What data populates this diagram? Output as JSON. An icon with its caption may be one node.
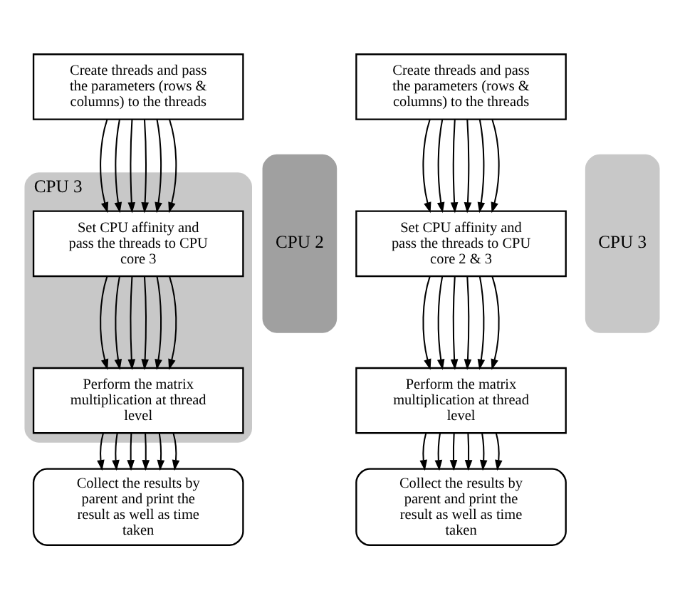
{
  "diagram": {
    "nodes": [
      {
        "text": [
          "CPU 3"
        ]
      },
      {
        "text": [
          "Create threads and pass the parameters (rows & columns) to the threads"
        ]
      },
      {
        "text": [
          "Set CPU affinity and pass the threads to CPU core 3"
        ],
        "in": 0
      },
      {
        "text": [
          "Perform the matrix multiplication at thread level"
        ],
        "in": 0
      },
      {
        "text": [
          "Collect the results by parent and print the result as well as time taken"
        ]
      },
      {
        "text": [
          "CPU 2"
        ]
      },
      {
        "text": [
          "CPU 3"
        ]
      },
      {
        "text": [
          "Create threads and pass the parameters (rows & columns) to the threads"
        ]
      },
      {
        "text": [
          "Set CPU affinity and pass the threads to CPU core 2 & 3"
        ]
      },
      {
        "text": [
          "Perform the matrix multiplication at thread level"
        ]
      },
      {
        "text": [
          "Collect the results by parent and print the result as well as time taken"
        ]
      }
    ],
    "edges": [
      {
        "from": 1,
        "to": 2,
        "arrow": "to"
      },
      {
        "from": 1,
        "to": 2,
        "arrow": "to"
      },
      {
        "from": 1,
        "to": 2,
        "arrow": "to"
      },
      {
        "from": 1,
        "to": 2,
        "arrow": "to"
      },
      {
        "from": 1,
        "to": 2,
        "arrow": "to"
      },
      {
        "from": 1,
        "to": 2,
        "arrow": "to"
      },
      {
        "from": 2,
        "to": 3,
        "arrow": "to"
      },
      {
        "from": 2,
        "to": 3,
        "arrow": "to"
      },
      {
        "from": 2,
        "to": 3,
        "arrow": "to"
      },
      {
        "from": 2,
        "to": 3,
        "arrow": "to"
      },
      {
        "from": 2,
        "to": 3,
        "arrow": "to"
      },
      {
        "from": 2,
        "to": 3,
        "arrow": "to"
      },
      {
        "from": 3,
        "to": 4,
        "arrow": "to"
      },
      {
        "from": 3,
        "to": 4,
        "arrow": "to"
      },
      {
        "from": 3,
        "to": 4,
        "arrow": "to"
      },
      {
        "from": 3,
        "to": 4,
        "arrow": "to"
      },
      {
        "from": 3,
        "to": 4,
        "arrow": "to"
      },
      {
        "from": 3,
        "to": 4,
        "arrow": "to"
      },
      {
        "from": 7,
        "to": 8,
        "arrow": "to"
      },
      {
        "from": 7,
        "to": 8,
        "arrow": "to"
      },
      {
        "from": 7,
        "to": 8,
        "arrow": "to"
      },
      {
        "from": 7,
        "to": 8,
        "arrow": "to"
      },
      {
        "from": 7,
        "to": 8,
        "arrow": "to"
      },
      {
        "from": 7,
        "to": 8,
        "arrow": "to"
      },
      {
        "from": 8,
        "to": 9,
        "arrow": "to"
      },
      {
        "from": 8,
        "to": 9,
        "arrow": "to"
      },
      {
        "from": 8,
        "to": 9,
        "arrow": "to"
      },
      {
        "from": 8,
        "to": 9,
        "arrow": "to"
      },
      {
        "from": 8,
        "to": 9,
        "arrow": "to"
      },
      {
        "from": 8,
        "to": 9,
        "arrow": "to"
      },
      {
        "from": 9,
        "to": 10,
        "arrow": "to"
      },
      {
        "from": 9,
        "to": 10,
        "arrow": "to"
      },
      {
        "from": 9,
        "to": 10,
        "arrow": "to"
      },
      {
        "from": 9,
        "to": 10,
        "arrow": "to"
      },
      {
        "from": 9,
        "to": 10,
        "arrow": "to"
      },
      {
        "from": 9,
        "to": 10,
        "arrow": "to"
      }
    ]
  }
}
